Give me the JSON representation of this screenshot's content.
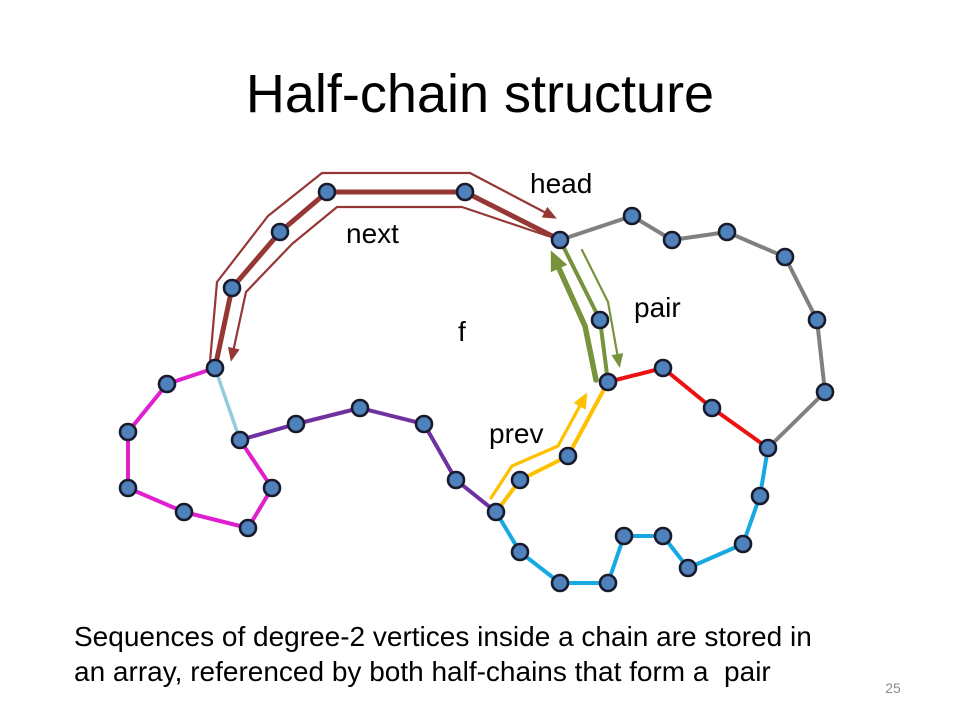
{
  "title": "Half-chain structure",
  "labels": {
    "head": "head",
    "next": "next",
    "pair": "pair",
    "f": "f",
    "prev": "prev"
  },
  "caption": {
    "line1": "Sequences of degree-2 vertices inside a chain are stored in",
    "line2": "an array, referenced by both half-chains that form a  pair"
  },
  "slide_number": "25",
  "colors": {
    "chain_top": "#953735",
    "chain_gray": "#808080",
    "chain_red": "#ee1111",
    "chain_pair": "#77933c",
    "chain_cyan": "#17a9e1",
    "chain_purple": "#7030a0",
    "chain_yellow": "#ffc000",
    "chain_lightblue": "#93cddd",
    "chain_magenta": "#e01fcf",
    "arrow_red": "#953735",
    "arrow_green": "#77933c",
    "arrow_yellow": "#ffc000",
    "vertex_fill": "#4f81bd",
    "vertex_stroke": "#1a1a2e"
  }
}
